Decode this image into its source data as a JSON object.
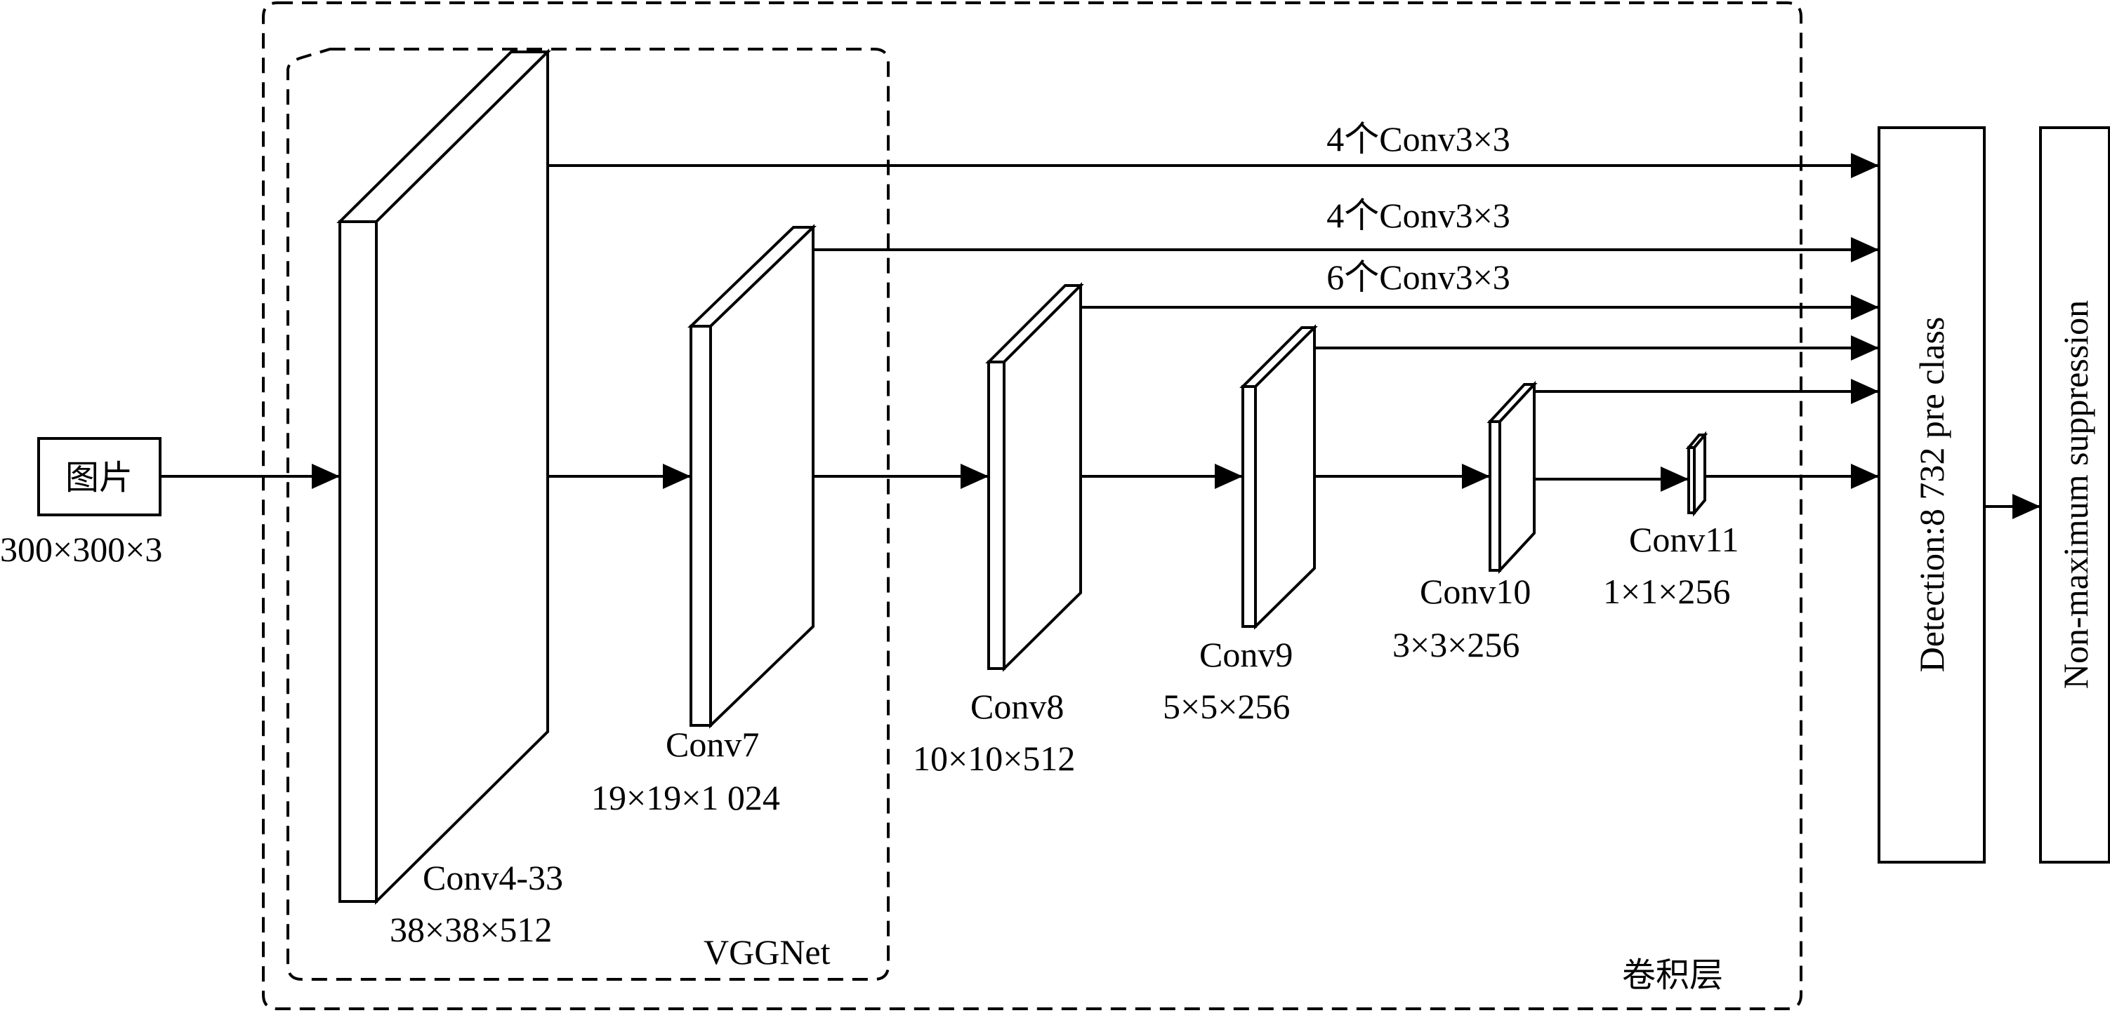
{
  "input": {
    "label": "图片",
    "size": "300×300×3"
  },
  "layers": [
    {
      "name": "Conv4-33",
      "size": "38×38×512"
    },
    {
      "name": "Conv7",
      "size": "19×19×1 024"
    },
    {
      "name": "Conv8",
      "size": "10×10×512"
    },
    {
      "name": "Conv9",
      "size": "5×5×256"
    },
    {
      "name": "Conv10",
      "size": "3×3×256"
    },
    {
      "name": "Conv11",
      "size": "1×1×256"
    }
  ],
  "branch_labels": [
    "4个Conv3×3",
    "4个Conv3×3",
    "6个Conv3×3"
  ],
  "groups": {
    "vggnet": "VGGNet",
    "conv_layers": "卷积层"
  },
  "detection": "Detection:8 732 pre class",
  "nms": "Non-maximum suppression"
}
